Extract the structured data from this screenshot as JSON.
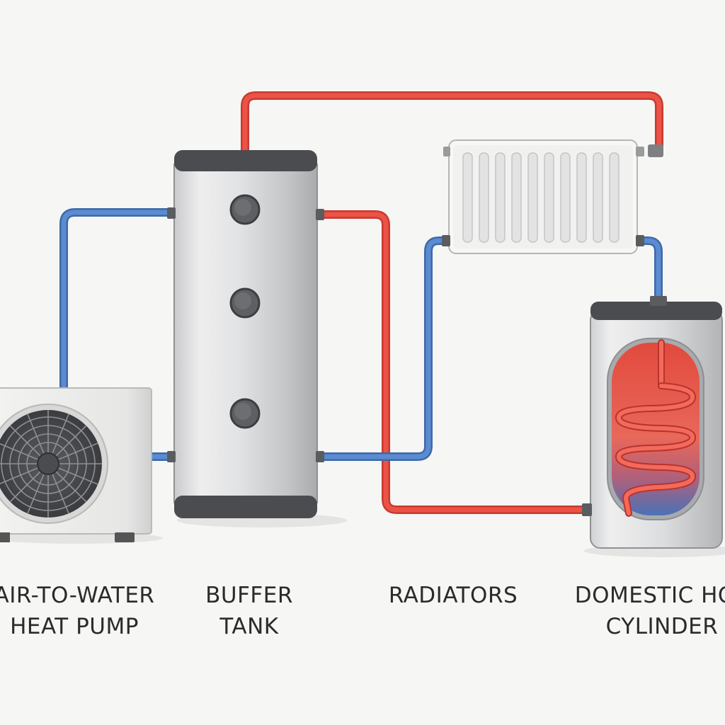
{
  "labels": {
    "heat_pump": {
      "line1": "AIR-TO-WATER",
      "line2": "HEAT PUMP"
    },
    "buffer_tank": {
      "line1": "BUFFER",
      "line2": "TANK"
    },
    "radiators": {
      "line1": "RADIATORS"
    },
    "cylinder": {
      "line1": "DOMESTIC HOT",
      "line2": "CYLINDER"
    }
  },
  "colors": {
    "hot_pipe": "#e8473c",
    "cold_pipe": "#4f7fc4",
    "tank_body": "#d4d5d7",
    "tank_cap": "#4a4c50",
    "unit_body": "#ececeb",
    "radiator": "#f4f4f3",
    "background": "#f6f6f4"
  }
}
